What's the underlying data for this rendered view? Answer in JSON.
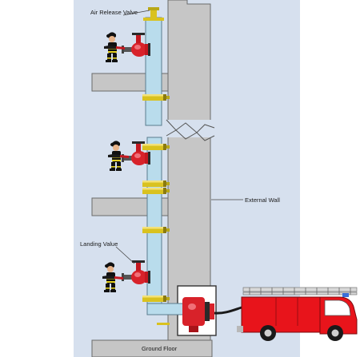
{
  "labels": {
    "air_release_valve": "Air Release Valve",
    "external_wall": "External Wall",
    "landing_valve": "Landing Value",
    "ground_floor": "Ground Floor"
  },
  "colors": {
    "sky": "#d6e0ee",
    "concrete": "#c6c6c6",
    "pipe": "#b9dcec",
    "valve": "#d8222a",
    "fitting": "#d9c21f",
    "truck": "#e8141b"
  }
}
